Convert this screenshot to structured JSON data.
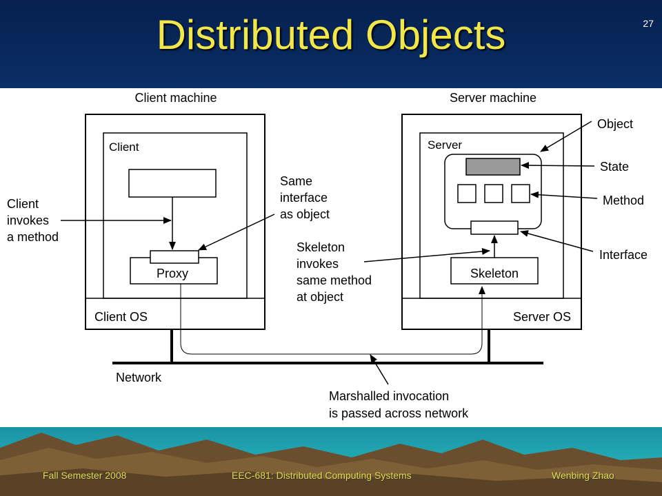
{
  "slide": {
    "title": "Distributed Objects",
    "page_number": "27"
  },
  "diagram": {
    "client_machine": "Client machine",
    "server_machine": "Server machine",
    "client": "Client",
    "server": "Server",
    "proxy": "Proxy",
    "skeleton": "Skeleton",
    "client_os": "Client OS",
    "server_os": "Server OS",
    "network": "Network",
    "client_invokes": [
      "Client",
      "invokes",
      "a method"
    ],
    "same_interface": [
      "Same",
      "interface",
      "as object"
    ],
    "skeleton_invokes": [
      "Skeleton",
      "invokes",
      "same method",
      "at object"
    ],
    "marshalled": [
      "Marshalled invocation",
      "is passed across network"
    ],
    "object": "Object",
    "state": "State",
    "method": "Method",
    "interface": "Interface"
  },
  "footer": {
    "semester": "Fall Semester 2008",
    "course": "EEC-681: Distributed Computing Systems",
    "author": "Wenbing Zhao"
  }
}
